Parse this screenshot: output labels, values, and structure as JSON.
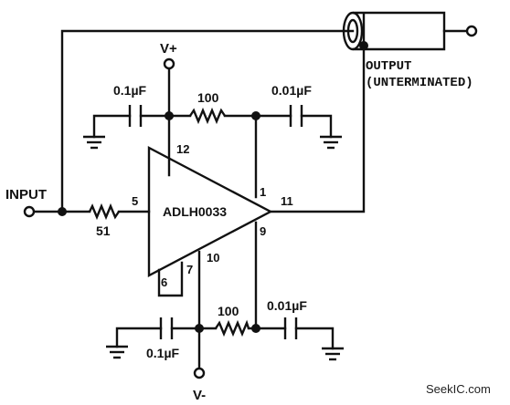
{
  "diagram": {
    "chip": {
      "name": "ADLH0033"
    },
    "pins": {
      "input": "5",
      "vplus": "12",
      "output": "11",
      "out_aux": "1",
      "vminus": "10",
      "aux_low": "9",
      "pin6": "6",
      "pin7": "7"
    },
    "labels": {
      "input": "INPUT",
      "output_line1": "OUTPUT",
      "output_line2": "(UNTERMINATED)",
      "vplus": "V+",
      "vminus": "V-"
    },
    "components": {
      "r_input": "51",
      "r_top": "100",
      "r_bottom": "100",
      "c_top_left": "0.1µF",
      "c_top_right": "0.01µF",
      "c_bottom_left": "0.1µF",
      "c_bottom_right": "0.01µF"
    },
    "watermark": "SeekIC.com"
  }
}
